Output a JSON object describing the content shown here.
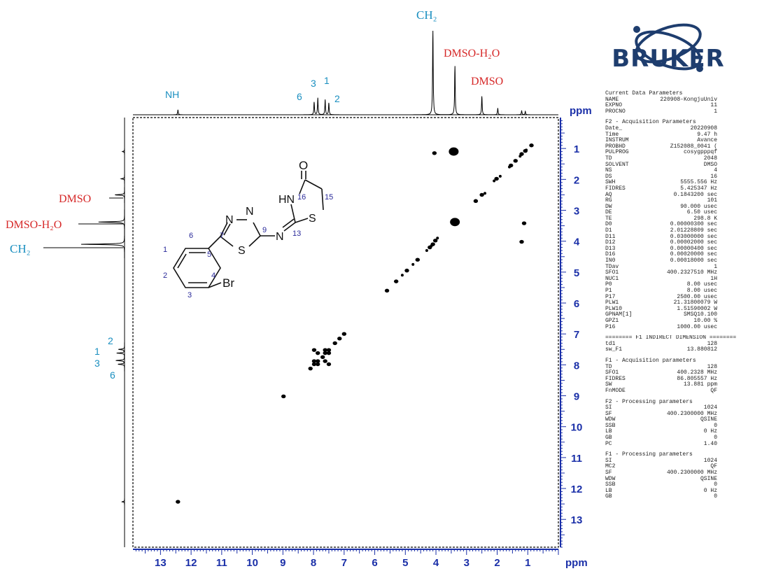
{
  "colors": {
    "axis_blue": "#1a2fa8",
    "label_cyan": "#1a8fc0",
    "label_red": "#d62828",
    "structure_blue": "#2a2a9a",
    "trace": "#000000"
  },
  "icons": {
    "logo": "bruker-atom-logo"
  },
  "chart_data": {
    "type": "scatter",
    "subtype": "2D COSY NMR contour plot",
    "xlabel": "ppm",
    "ylabel": "ppm",
    "xlim": [
      13.9,
      0
    ],
    "ylim": [
      0,
      13.9
    ],
    "y_axis_inverted": true,
    "xticks": [
      "13",
      "12",
      "11",
      "10",
      "9",
      "8",
      "7",
      "6",
      "5",
      "4",
      "3",
      "2",
      "1"
    ],
    "yticks": [
      "1",
      "2",
      "3",
      "4",
      "5",
      "6",
      "7",
      "8",
      "9",
      "10",
      "11",
      "12",
      "13"
    ],
    "grid": false,
    "cross_peaks": [
      {
        "x": 12.43,
        "y": 12.43
      },
      {
        "x": 8.98,
        "y": 9.02
      },
      {
        "x": 7.98,
        "y": 7.98
      },
      {
        "x": 7.86,
        "y": 7.88
      },
      {
        "x": 7.62,
        "y": 7.62
      },
      {
        "x": 7.5,
        "y": 7.52
      },
      {
        "x": 7.98,
        "y": 7.52
      },
      {
        "x": 7.86,
        "y": 7.62
      },
      {
        "x": 7.62,
        "y": 7.88
      },
      {
        "x": 7.5,
        "y": 7.98
      },
      {
        "x": 7.62,
        "y": 7.52
      },
      {
        "x": 7.5,
        "y": 7.62
      },
      {
        "x": 7.86,
        "y": 7.98
      },
      {
        "x": 7.98,
        "y": 7.88
      },
      {
        "x": 7.7,
        "y": 7.75
      },
      {
        "x": 8.1,
        "y": 8.12
      },
      {
        "x": 7.3,
        "y": 7.3
      },
      {
        "x": 7.15,
        "y": 7.15
      },
      {
        "x": 7.0,
        "y": 7.0
      },
      {
        "x": 4.1,
        "y": 4.1
      },
      {
        "x": 4.02,
        "y": 3.98
      },
      {
        "x": 4.2,
        "y": 4.2
      },
      {
        "x": 3.38,
        "y": 3.38
      },
      {
        "x": 2.5,
        "y": 2.5
      },
      {
        "x": 2.02,
        "y": 1.98
      },
      {
        "x": 1.2,
        "y": 1.18
      },
      {
        "x": 1.08,
        "y": 1.08
      },
      {
        "x": 0.88,
        "y": 0.9
      },
      {
        "x": 4.05,
        "y": 1.15
      },
      {
        "x": 3.42,
        "y": 1.1
      },
      {
        "x": 1.12,
        "y": 3.42
      },
      {
        "x": 1.2,
        "y": 4.02
      },
      {
        "x": 4.6,
        "y": 4.6
      },
      {
        "x": 4.95,
        "y": 4.95
      },
      {
        "x": 5.3,
        "y": 5.3
      },
      {
        "x": 5.6,
        "y": 5.6
      },
      {
        "x": 2.7,
        "y": 2.7
      },
      {
        "x": 1.55,
        "y": 1.55
      },
      {
        "x": 1.4,
        "y": 1.4
      }
    ],
    "f2_projection_peaks": [
      {
        "ppm": 12.43,
        "height": 0.06,
        "label": "NH"
      },
      {
        "ppm": 7.98,
        "height": 0.15,
        "label": "6"
      },
      {
        "ppm": 7.86,
        "height": 0.2,
        "label": "3"
      },
      {
        "ppm": 7.62,
        "height": 0.18,
        "label": "1"
      },
      {
        "ppm": 7.5,
        "height": 0.14,
        "label": "2"
      },
      {
        "ppm": 4.1,
        "height": 1.0,
        "label": "CH2"
      },
      {
        "ppm": 3.38,
        "height": 0.58,
        "label": "DMSO-H2O"
      },
      {
        "ppm": 2.5,
        "height": 0.22,
        "label": "DMSO"
      },
      {
        "ppm": 1.98,
        "height": 0.08,
        "label": ""
      },
      {
        "ppm": 1.2,
        "height": 0.05,
        "label": ""
      },
      {
        "ppm": 1.08,
        "height": 0.04,
        "label": ""
      }
    ],
    "f1_projection_peaks": [
      {
        "ppm": 1.1,
        "height": 0.05,
        "label": ""
      },
      {
        "ppm": 1.98,
        "height": 0.08,
        "label": ""
      },
      {
        "ppm": 2.5,
        "height": 0.22,
        "label": "DMSO"
      },
      {
        "ppm": 3.38,
        "height": 0.6,
        "label": "DMSO-H2O"
      },
      {
        "ppm": 4.1,
        "height": 1.0,
        "label": "CH2"
      },
      {
        "ppm": 7.5,
        "height": 0.14,
        "label": "2"
      },
      {
        "ppm": 7.62,
        "height": 0.18,
        "label": "1"
      },
      {
        "ppm": 7.86,
        "height": 0.2,
        "label": "3"
      },
      {
        "ppm": 7.98,
        "height": 0.15,
        "label": "6"
      },
      {
        "ppm": 12.43,
        "height": 0.06,
        "label": ""
      }
    ],
    "annotations": {
      "top": [
        {
          "text": "NH",
          "color": "cyan"
        },
        {
          "text": "6",
          "color": "cyan"
        },
        {
          "text": "3",
          "color": "cyan"
        },
        {
          "text": "1",
          "color": "cyan"
        },
        {
          "text": "2",
          "color": "cyan"
        },
        {
          "text": "CH₂",
          "color": "cyan"
        },
        {
          "text": "DMSO-H₂O",
          "color": "red"
        },
        {
          "text": "DMSO",
          "color": "red"
        }
      ],
      "left": [
        {
          "text": "DMSO",
          "color": "red"
        },
        {
          "text": "DMSO-H₂O",
          "color": "red"
        },
        {
          "text": "CH₂",
          "color": "cyan"
        },
        {
          "text": "2",
          "color": "cyan"
        },
        {
          "text": "1",
          "color": "cyan"
        },
        {
          "text": "3",
          "color": "cyan"
        },
        {
          "text": "6",
          "color": "cyan"
        }
      ]
    },
    "structure_labels": [
      "O",
      "HN",
      "16",
      "15",
      "S",
      "N",
      "N",
      "9",
      "13",
      "N",
      "7",
      "S",
      "6",
      "5",
      "1",
      "4",
      "2",
      "3",
      "Br"
    ]
  },
  "logo": {
    "text": "BRUKER"
  },
  "params": {
    "current": {
      "title": "Current Data Parameters",
      "rows": [
        [
          "NAME",
          "220908-KongjuUniv"
        ],
        [
          "EXPNO",
          "11"
        ],
        [
          "PROCNO",
          "1"
        ]
      ]
    },
    "f2_acq": {
      "title": "F2 - Acquisition Parameters",
      "rows": [
        [
          "Date_",
          "20220908"
        ],
        [
          "Time",
          "9.47 h"
        ],
        [
          "INSTRUM",
          "Avance"
        ],
        [
          "PROBHD",
          "Z152088_0041 ("
        ],
        [
          "PULPROG",
          "cosygpppqf"
        ],
        [
          "TD",
          "2048"
        ],
        [
          "SOLVENT",
          "DMSO"
        ],
        [
          "NS",
          "4"
        ],
        [
          "DS",
          "16"
        ],
        [
          "SWH",
          "5555.556 Hz"
        ],
        [
          "FIDRES",
          "5.425347 Hz"
        ],
        [
          "AQ",
          "0.1843200 sec"
        ],
        [
          "RG",
          "101"
        ],
        [
          "DW",
          "90.000 usec"
        ],
        [
          "DE",
          "6.50 usec"
        ],
        [
          "TE",
          "298.8 K"
        ],
        [
          "D0",
          "0.00000300 sec"
        ],
        [
          "D1",
          "2.01228809 sec"
        ],
        [
          "D11",
          "0.03000000 sec"
        ],
        [
          "D12",
          "0.00002000 sec"
        ],
        [
          "D13",
          "0.00000400 sec"
        ],
        [
          "D16",
          "0.00020000 sec"
        ],
        [
          "IN0",
          "0.00018000 sec"
        ],
        [
          "TDav",
          "1"
        ],
        [
          "SFO1",
          "400.2327510 MHz"
        ],
        [
          "NUC1",
          "1H"
        ],
        [
          "P0",
          "8.00 usec"
        ],
        [
          "P1",
          "8.00 usec"
        ],
        [
          "P17",
          "2500.00 usec"
        ],
        [
          "PLW1",
          "21.31800079 W"
        ],
        [
          "PLW10",
          "1.51590002 W"
        ],
        [
          "GPNAM[1]",
          "SMSQ10.100"
        ],
        [
          "GPZ1",
          "10.00 %"
        ],
        [
          "P16",
          "1000.00 usec"
        ]
      ]
    },
    "f1_indirect": {
      "title": "======== F1 INDIRECT DIMENSION ========",
      "rows": [
        [
          "td1",
          "128"
        ],
        [
          "sw_F1",
          "13.880812"
        ]
      ]
    },
    "f1_acq": {
      "title": "F1 - Acquisition parameters",
      "rows": [
        [
          "TD",
          "128"
        ],
        [
          "SFO1",
          "400.2328 MHz"
        ],
        [
          "FIDRES",
          "86.805557 Hz"
        ],
        [
          "SW",
          "13.881 ppm"
        ],
        [
          "FnMODE",
          "QF"
        ]
      ]
    },
    "f2_proc": {
      "title": "F2 - Processing parameters",
      "rows": [
        [
          "SI",
          "1024"
        ],
        [
          "SF",
          "400.2300000 MHz"
        ],
        [
          "WDW",
          "QSINE"
        ],
        [
          "SSB",
          "0"
        ],
        [
          "LB",
          "0 Hz"
        ],
        [
          "GB",
          "0"
        ],
        [
          "PC",
          "1.40"
        ]
      ]
    },
    "f1_proc": {
      "title": "F1 - Processing parameters",
      "rows": [
        [
          "SI",
          "1024"
        ],
        [
          "MC2",
          "QF"
        ],
        [
          "SF",
          "400.2300000 MHz"
        ],
        [
          "WDW",
          "QSINE"
        ],
        [
          "SSB",
          "0"
        ],
        [
          "LB",
          "0 Hz"
        ],
        [
          "GB",
          "0"
        ]
      ]
    }
  }
}
